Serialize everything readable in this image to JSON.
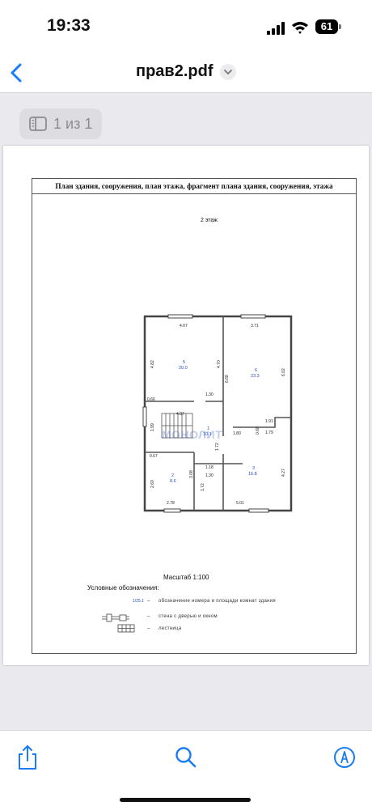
{
  "status": {
    "time": "19:33",
    "battery": "61"
  },
  "nav": {
    "title": "прав2.pdf"
  },
  "page_counter": "1 из 1",
  "document": {
    "header": "План здания, сооружения, план этажа, фрагмент плана здания, сооружения, этажа",
    "floor": "2 этаж",
    "watermark": "МОНОЛИТ",
    "scale": "Масштаб 1:100",
    "legend_title": "Условные обозначения:",
    "legend": [
      {
        "symbol": "1/25.1",
        "dash": "–",
        "text": "обозначение номера и площади комнат здания"
      },
      {
        "symbol": "",
        "dash": "–",
        "text": "стена с дверью и окном"
      },
      {
        "symbol": "",
        "dash": "–",
        "text": "лестница"
      }
    ],
    "dims": {
      "d1": "4.07",
      "d2": "3.71",
      "d3": "4.82",
      "d4": "4.70",
      "d5": "6.68",
      "d6": "6.02",
      "d7": "1.30",
      "d8": "0.66",
      "d9": "4.07",
      "d10": "1.99",
      "d11": "1.91",
      "d12": "1.80",
      "d13": "0.68",
      "d14": "1.79",
      "d15": "1.72",
      "d16": "0.67",
      "d17": "3.08",
      "d18": "1.18",
      "d19": "2.60",
      "d20": "1.72",
      "d21": "1.30",
      "d22": "4.27",
      "d23": "2.78",
      "d24": "5.01"
    },
    "rooms": [
      {
        "num": "5",
        "area": "20.0"
      },
      {
        "num": "6",
        "area": "23.3"
      },
      {
        "num": "1",
        "area": "10.1"
      },
      {
        "num": "2",
        "area": "8.6"
      },
      {
        "num": "3",
        "area": "16.8"
      }
    ]
  }
}
